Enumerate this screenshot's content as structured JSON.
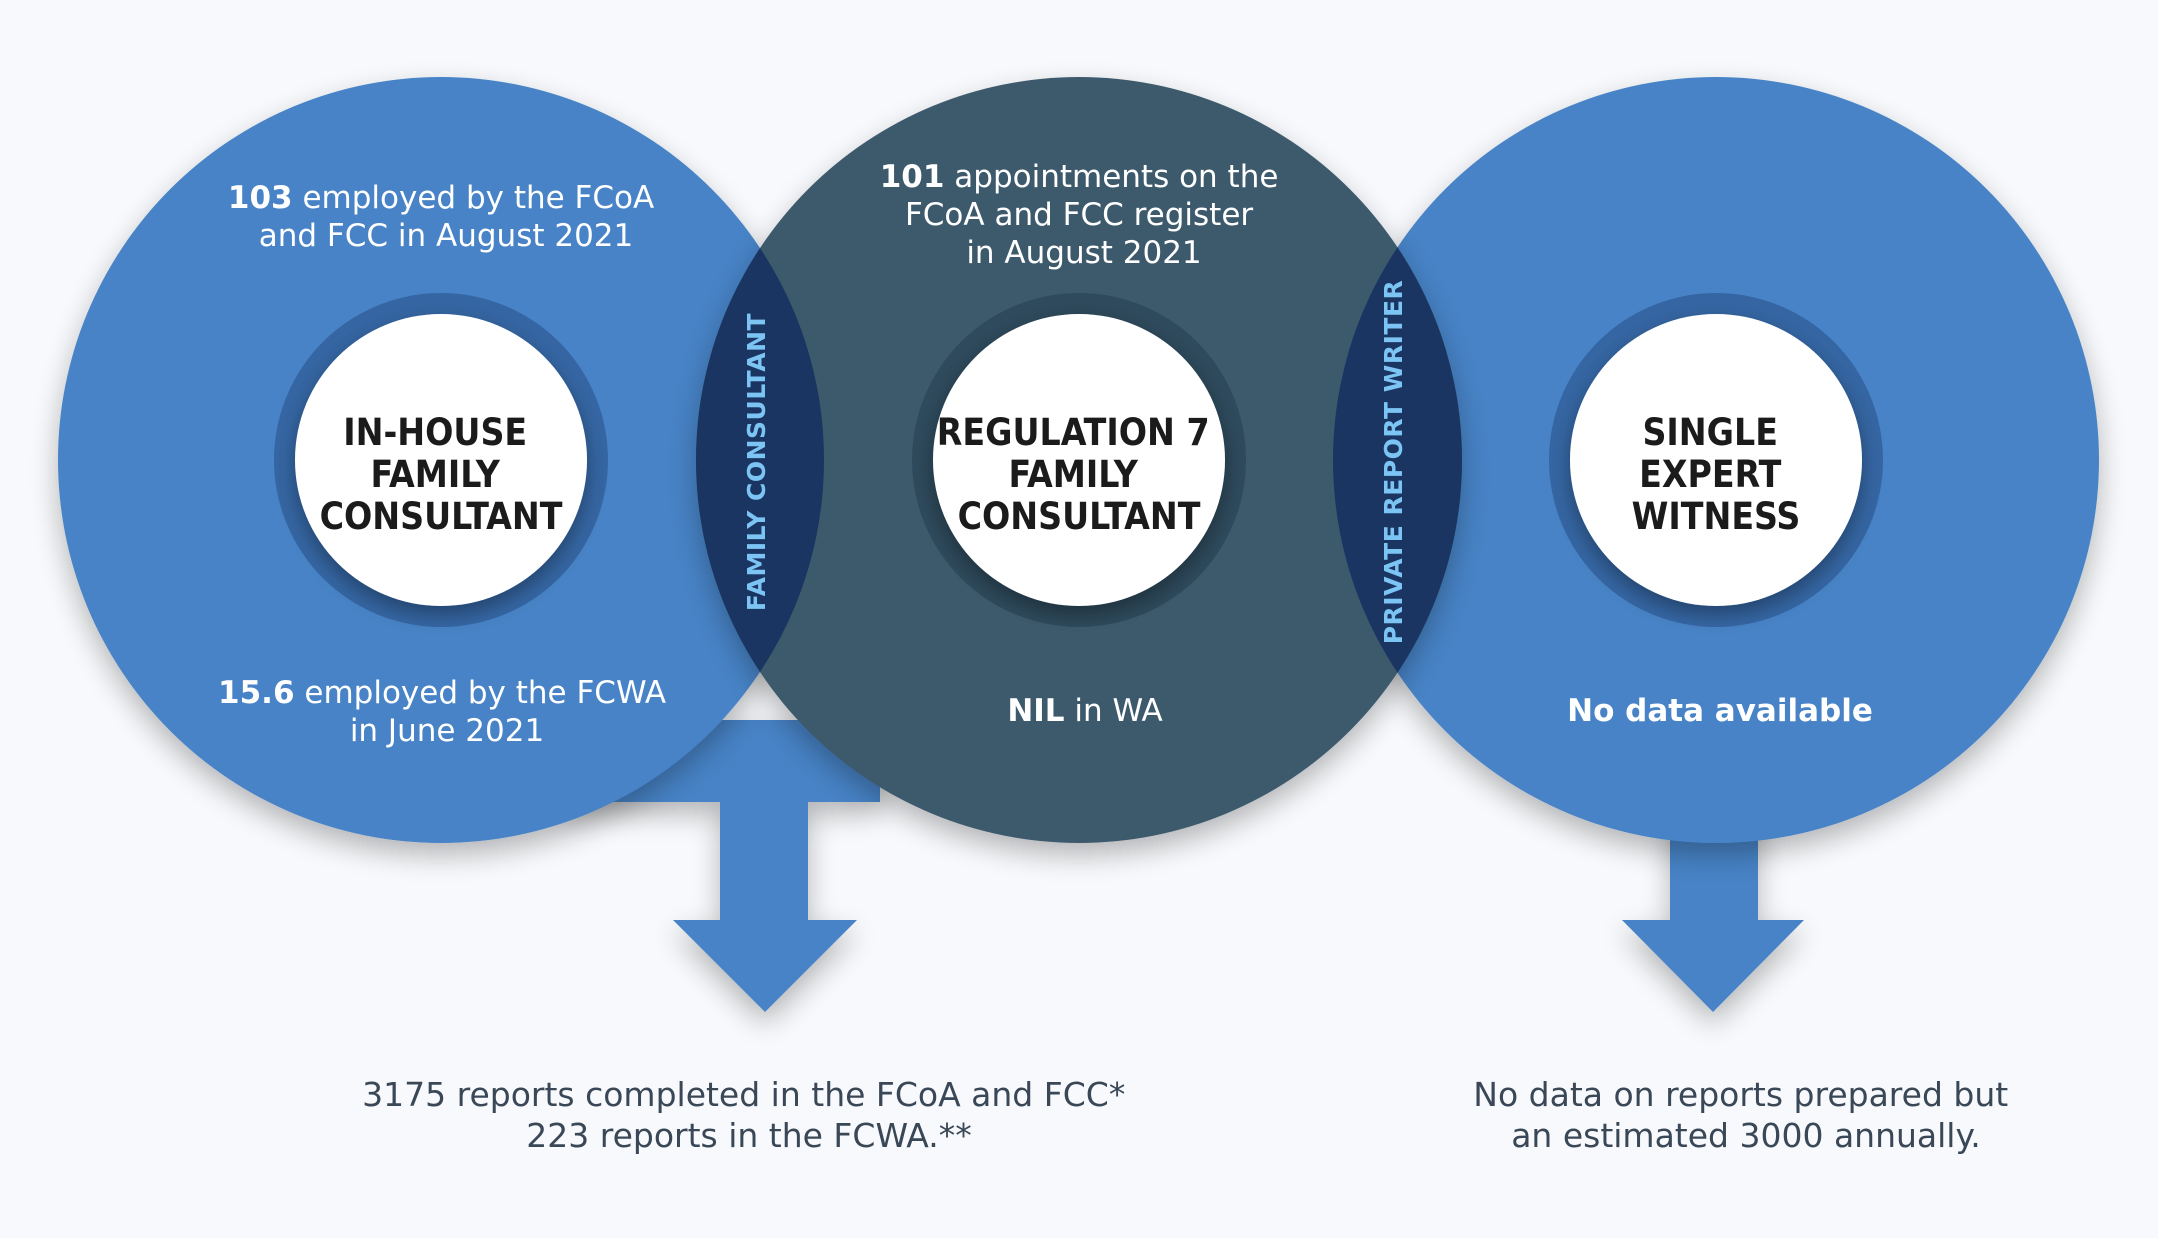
{
  "colors": {
    "background": "#f7f9fc",
    "blue_circle": "#4683c6",
    "dark_circle": "#3d5a6d",
    "overlap": "#1a3561",
    "white_core": "#ffffff",
    "side_label": "#7cc4f4",
    "bottom_text": "#3a4756"
  },
  "circles": [
    {
      "id": "in-house",
      "core_lines": [
        "IN-HOUSE",
        "FAMILY",
        "CONSULTANT"
      ],
      "top_stat": {
        "number": "103",
        "line1_rest": " employed by the FCoA",
        "line2": "and FCC in August 2021"
      },
      "bottom_stat": {
        "number": "15.6",
        "line1_rest": " employed by the FCWA",
        "line2": "in June 2021"
      }
    },
    {
      "id": "regulation-7",
      "core_lines": [
        "REGULATION 7",
        "FAMILY",
        "CONSULTANT"
      ],
      "top_stat": {
        "number": "101",
        "line1_rest": " appointments on the",
        "line2": "FCoA and FCC register",
        "line3": "in August 2021"
      },
      "bottom_stat": {
        "number": "NIL",
        "line1_rest": " in WA"
      }
    },
    {
      "id": "single-expert",
      "core_lines": [
        "SINGLE",
        "EXPERT",
        "WITNESS"
      ],
      "bottom_stat": {
        "text": "No data available"
      }
    }
  ],
  "overlaps": {
    "left": "FAMILY CONSULTANT",
    "right": "PRIVATE REPORT WRITER"
  },
  "bottom_notes": {
    "left": [
      "3175 reports completed in the FCoA and FCC*",
      "223 reports in the FCWA.**"
    ],
    "right": [
      "No data on reports prepared but",
      "an estimated 3000 annually."
    ]
  }
}
